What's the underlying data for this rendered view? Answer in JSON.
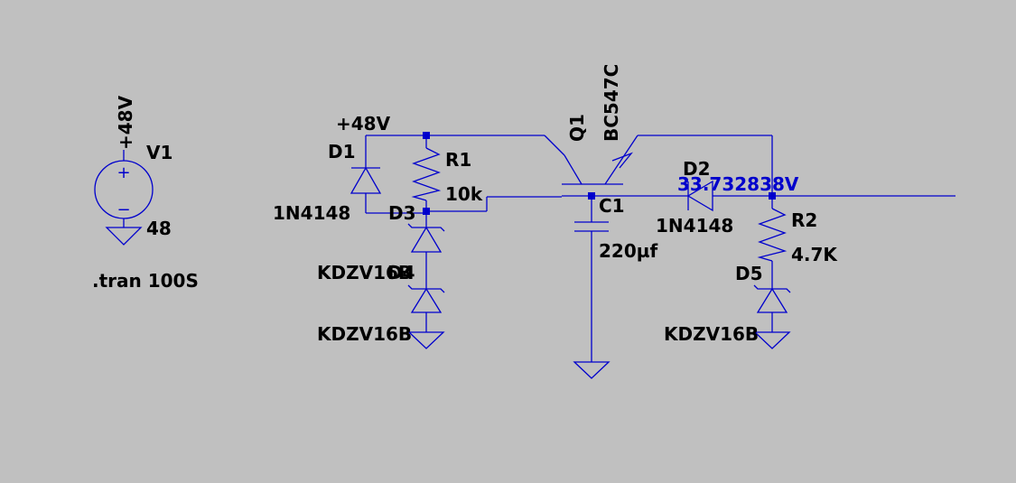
{
  "background_color": "#c0c0c0",
  "wire_color": "#0000cc",
  "label_color": "#000000",
  "probe_color": "#0000cc",
  "source": {
    "name": "V1",
    "net": "+48V",
    "value": "48",
    "plus": "+",
    "minus": "−"
  },
  "directive": ".tran 100S",
  "net_label": "+48V",
  "components": {
    "d1": {
      "name": "D1",
      "value": "1N4148"
    },
    "r1": {
      "name": "R1",
      "value": "10k"
    },
    "d3": {
      "name": "D3",
      "value": "KDZV16B"
    },
    "d4": {
      "name": "D4",
      "value": "KDZV16B"
    },
    "q1": {
      "name": "Q1",
      "value": "BC547C"
    },
    "c1": {
      "name": "C1",
      "value": "220µf"
    },
    "d2": {
      "name": "D2",
      "value": "1N4148"
    },
    "r2": {
      "name": "R2",
      "value": "4.7K"
    },
    "d5": {
      "name": "D5",
      "value": "KDZV16B"
    }
  },
  "probe_voltage": "33.732838V",
  "icons": [
    "voltage-source-icon",
    "diode-icon",
    "resistor-icon",
    "zener-diode-icon",
    "npn-transistor-icon",
    "capacitor-icon",
    "ground-icon"
  ]
}
